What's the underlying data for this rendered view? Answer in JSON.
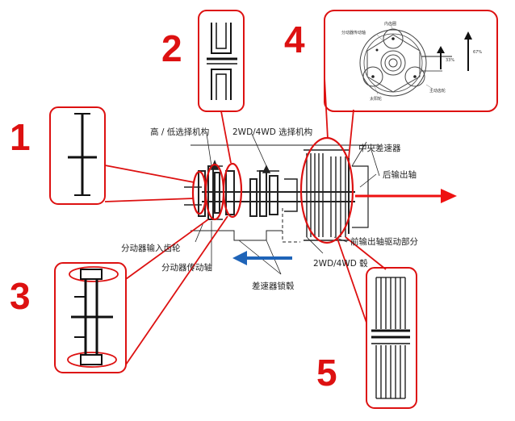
{
  "callouts": [
    {
      "number": "1"
    },
    {
      "number": "2"
    },
    {
      "number": "3"
    },
    {
      "number": "4"
    },
    {
      "number": "5"
    }
  ],
  "labels": {
    "high_low_selector": "高 / 低选择机构",
    "two_four_wd_selector": "2WD/4WD 选择机构",
    "center_differential": "中央差速器",
    "rear_output_shaft": "后输出轴",
    "transfer_input_gear": "分动器输入齿轮",
    "transfer_drive_shaft": "分动器传动轴",
    "front_output_drive": "前输出轴驱动部分",
    "two_four_wd_hub": "2WD/4WD 毂",
    "differential_lock_hub": "差速器锁毂"
  },
  "planetary_labels": {
    "ring_gear": "内齿圈",
    "transfer_drive_shaft": "分动器传动轴",
    "sun_gear": "太阳轮",
    "drive_gear": "主动齿轮",
    "ratio_small": "33%",
    "ratio_large": "67%"
  },
  "colors": {
    "callout_red": "#dd1111",
    "output_arrow_red": "#ee1111",
    "direction_arrow_blue": "#1f64b8"
  }
}
